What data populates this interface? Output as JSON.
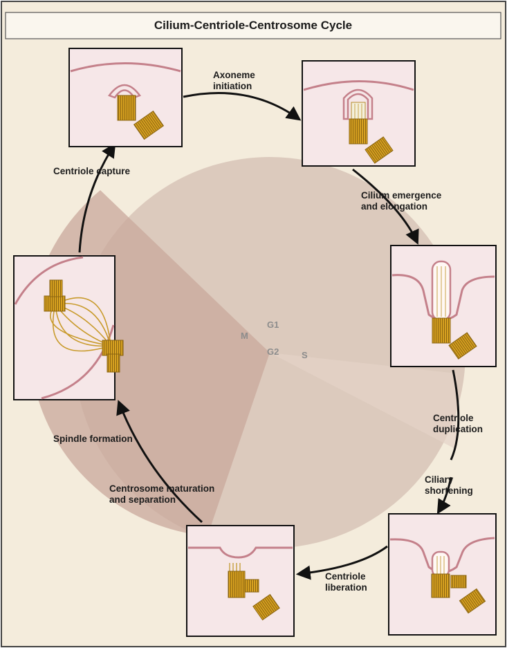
{
  "title": "Cilium-Centriole-Centrosome Cycle",
  "phases": {
    "g1": "G1",
    "s": "S",
    "g2": "G2",
    "m": "M"
  },
  "steps": {
    "axoneme_initiation": "Axoneme\ninitiation",
    "cilium_emergence": "Cilium emergence\nand elongation",
    "centriole_duplication": "Centriole\nduplication",
    "ciliary_shortening": "Ciliary\nshortening",
    "centriole_liberation": "Centriole\nliberation",
    "centrosome_maturation": "Centrosome maturation\nand separation",
    "spindle_formation": "Spindle formation",
    "centriole_capture": "Centriole capture"
  },
  "colors": {
    "background": "#f4ecdc",
    "phase_wheel": "#d9c7bb",
    "panel_fill": "#f6e7e8",
    "membrane": "#c4808a",
    "centriole": "#d6a020",
    "arrow": "#111111"
  }
}
